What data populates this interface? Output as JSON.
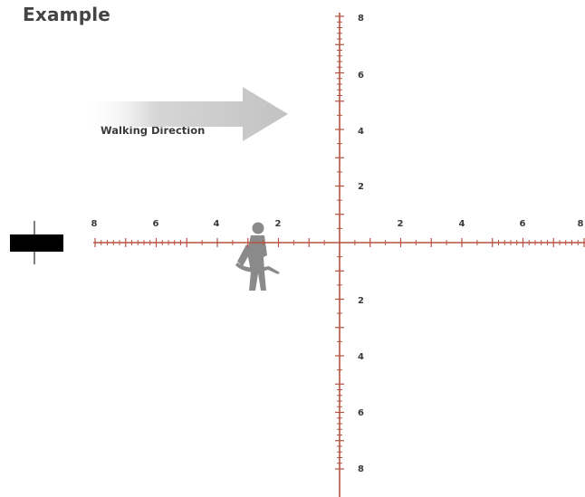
{
  "title": "Example",
  "walking_direction_label": "Walking Direction",
  "colors": {
    "reticle": "#b5523f",
    "numbers": "#3a3a3a",
    "arrow": "#c2c2c2",
    "figure": "#8a8a8a",
    "marker": "#000000"
  },
  "horizontal_labels": {
    "left": [
      "8",
      "6",
      "4",
      "2"
    ],
    "right": [
      "2",
      "4",
      "6",
      "8"
    ]
  },
  "vertical_labels": {
    "top": [
      "8",
      "6",
      "4",
      "2"
    ],
    "bottom": [
      "2",
      "4",
      "6",
      "8"
    ]
  }
}
